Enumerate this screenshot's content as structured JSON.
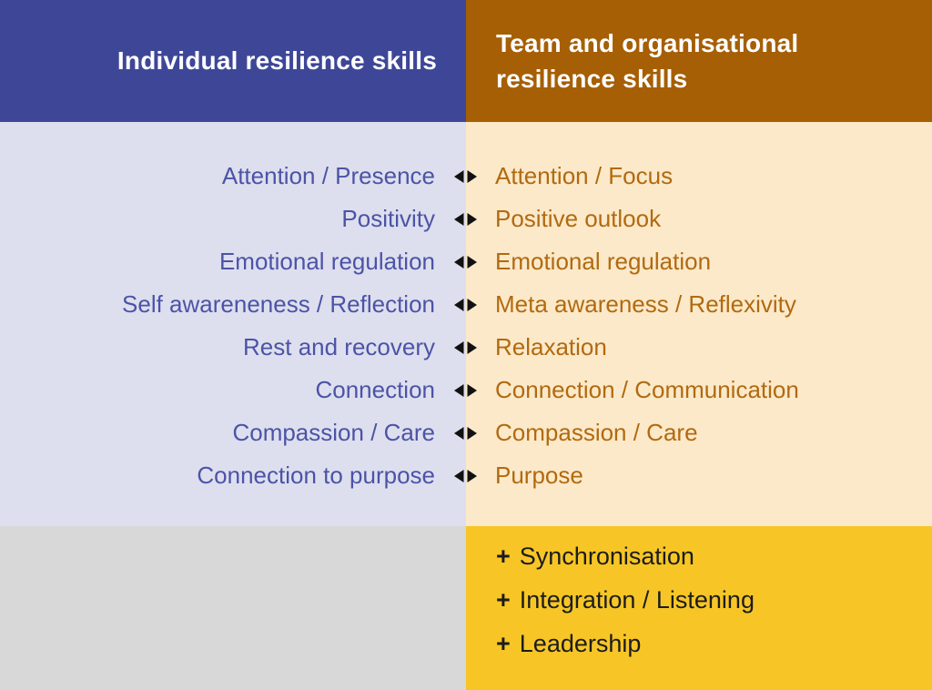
{
  "colors": {
    "blue_header": "#3E4797",
    "brown_header": "#A65F04",
    "lavender_bg": "#DDDFEE",
    "peach_bg": "#FCE9C9",
    "gray_bg": "#D8D8D8",
    "gold_bg": "#F7C626",
    "blue_text": "#4C53A7",
    "brown_text": "#B16A10",
    "dark_text": "#1C1C1C",
    "arrow": "#111111"
  },
  "header": {
    "left_title": "Individual resilience skills",
    "right_title": "Team and organisational resilience skills"
  },
  "pairs": [
    {
      "left": "Attention / Presence",
      "right": "Attention / Focus"
    },
    {
      "left": "Positivity",
      "right": "Positive outlook"
    },
    {
      "left": "Emotional regulation",
      "right": "Emotional regulation"
    },
    {
      "left": "Self awareneness / Reflection",
      "right": "Meta awareness / Reflexivity"
    },
    {
      "left": "Rest and recovery",
      "right": "Relaxation"
    },
    {
      "left": "Connection",
      "right": "Connection / Communication"
    },
    {
      "left": "Compassion / Care",
      "right": "Compassion / Care"
    },
    {
      "left": "Connection to purpose",
      "right": "Purpose"
    }
  ],
  "icons": {
    "pair_connector": "left-right-arrow-icon"
  },
  "bottom": {
    "items": [
      {
        "prefix": "+",
        "label": "Synchronisation"
      },
      {
        "prefix": "+",
        "label": "Integration / Listening"
      },
      {
        "prefix": "+",
        "label": "Leadership"
      }
    ]
  }
}
